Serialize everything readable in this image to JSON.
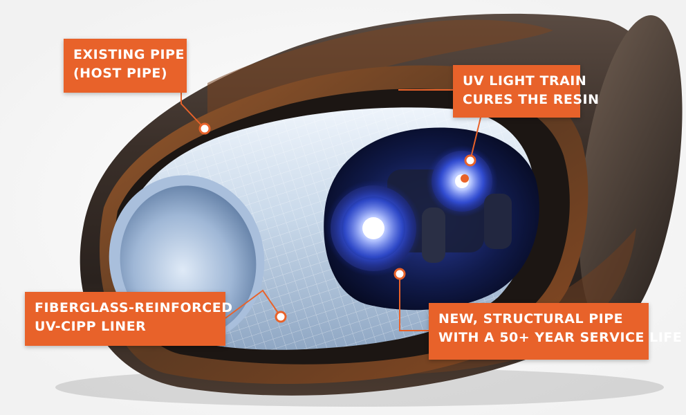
{
  "colors": {
    "accent": "#e8622a",
    "host_pipe": "#3a2e27",
    "rust": "#8a4a22",
    "liner": "#c9d9ea",
    "uv_glow": "#3a5cff"
  },
  "callouts": {
    "existing_pipe": {
      "line1": "EXISTING PIPE",
      "line2": "(HOST PIPE)"
    },
    "uv_light_train": {
      "line1": "UV LIGHT TRAIN",
      "line2": "CURES THE RESIN"
    },
    "liner": {
      "line1": "FIBERGLASS-REINFORCED",
      "line2": "UV-CIPP LINER"
    },
    "new_pipe": {
      "line1": "NEW, STRUCTURAL PIPE",
      "line2": "WITH A 50+ YEAR SERVICE LIFE"
    }
  }
}
